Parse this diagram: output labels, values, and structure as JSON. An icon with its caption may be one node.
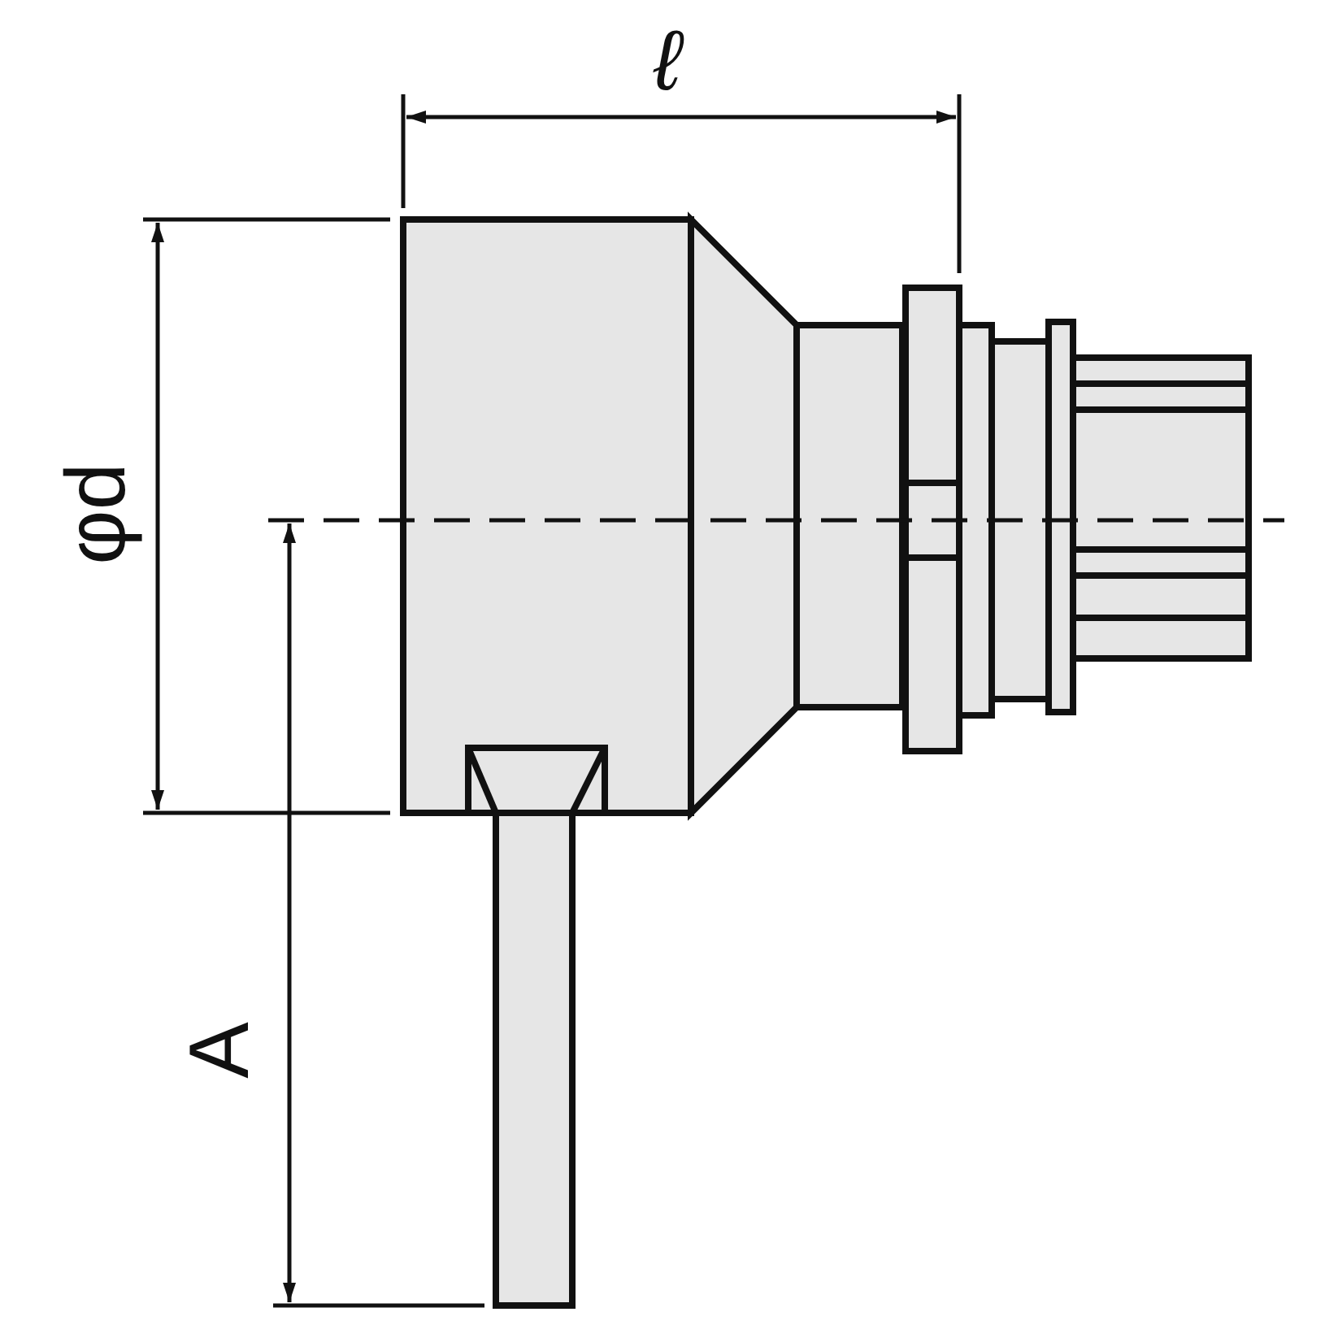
{
  "diagram": {
    "labels": [
      "ℓ",
      "φd",
      "A"
    ]
  }
}
